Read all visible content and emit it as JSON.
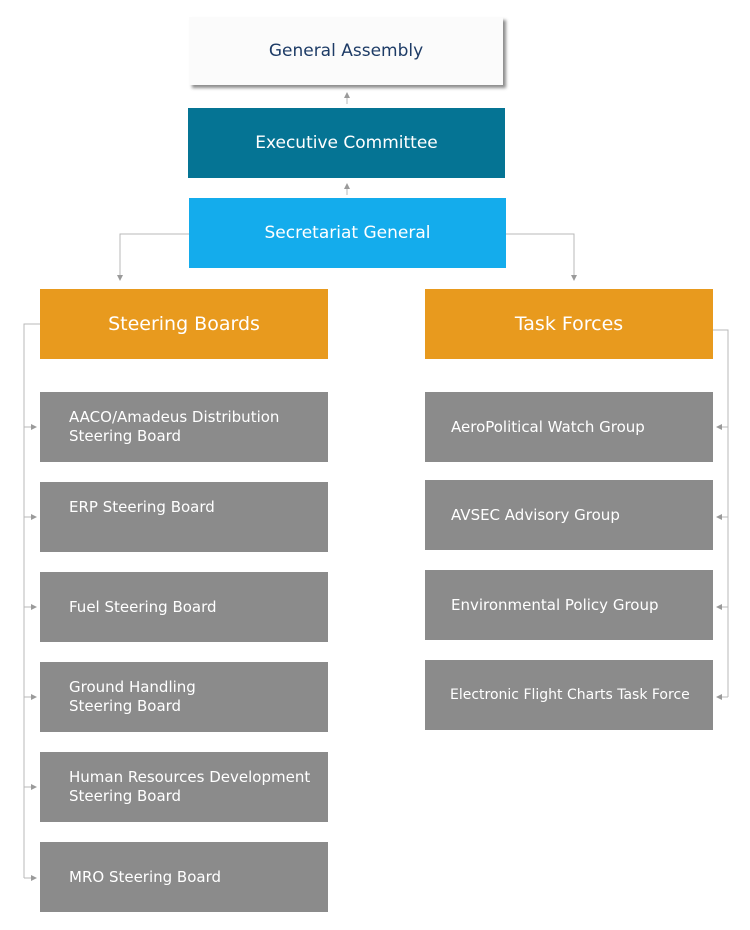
{
  "general_assembly": "General Assembly",
  "executive_committee": "Executive Committee",
  "secretariat_general": "Secretariat General",
  "steering_boards": {
    "title": "Steering Boards",
    "items": [
      "AACO/Amadeus Distribution\nSteering Board",
      "ERP Steering Board",
      "Fuel Steering Board",
      "Ground Handling\nSteering Board",
      "Human Resources Development\nSteering Board",
      "MRO Steering Board"
    ]
  },
  "task_forces": {
    "title": "Task Forces",
    "items": [
      "AeroPolitical Watch Group",
      "AVSEC Advisory Group",
      "Environmental Policy Group",
      "Electronic Flight Charts Task Force"
    ]
  },
  "colors": {
    "general_assembly_bg": "#fbfbfb",
    "executive_bg": "#057494",
    "secretariat_bg": "#14acec",
    "header_bg": "#e89a1e",
    "item_bg": "#8b8b8b",
    "connector": "#b9b9b9"
  }
}
